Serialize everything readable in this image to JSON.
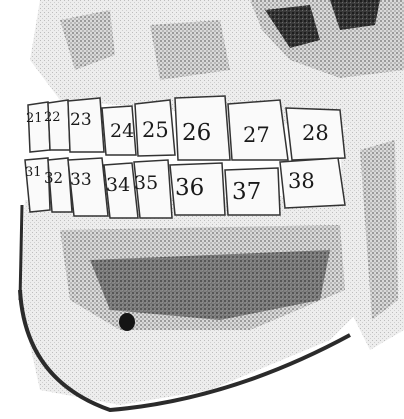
{
  "upper_teeth": [
    {
      "tooth": "21"
    },
    {
      "tooth": "22"
    },
    {
      "tooth": "23"
    },
    {
      "tooth": "24"
    },
    {
      "tooth": "25"
    },
    {
      "tooth": "26"
    },
    {
      "tooth": "27"
    },
    {
      "tooth": "28"
    }
  ],
  "lower_teeth": [
    {
      "tooth": "31"
    },
    {
      "tooth": "32"
    },
    {
      "tooth": "33"
    },
    {
      "tooth": "34"
    },
    {
      "tooth": "35"
    },
    {
      "tooth": "36"
    },
    {
      "tooth": "37"
    },
    {
      "tooth": "38"
    }
  ],
  "colors": {
    "ink": "#1a1a1a",
    "bone_light": "#f4f4f4",
    "bone_mid": "#c8c8c8",
    "shadow": "#2b2b2b"
  }
}
